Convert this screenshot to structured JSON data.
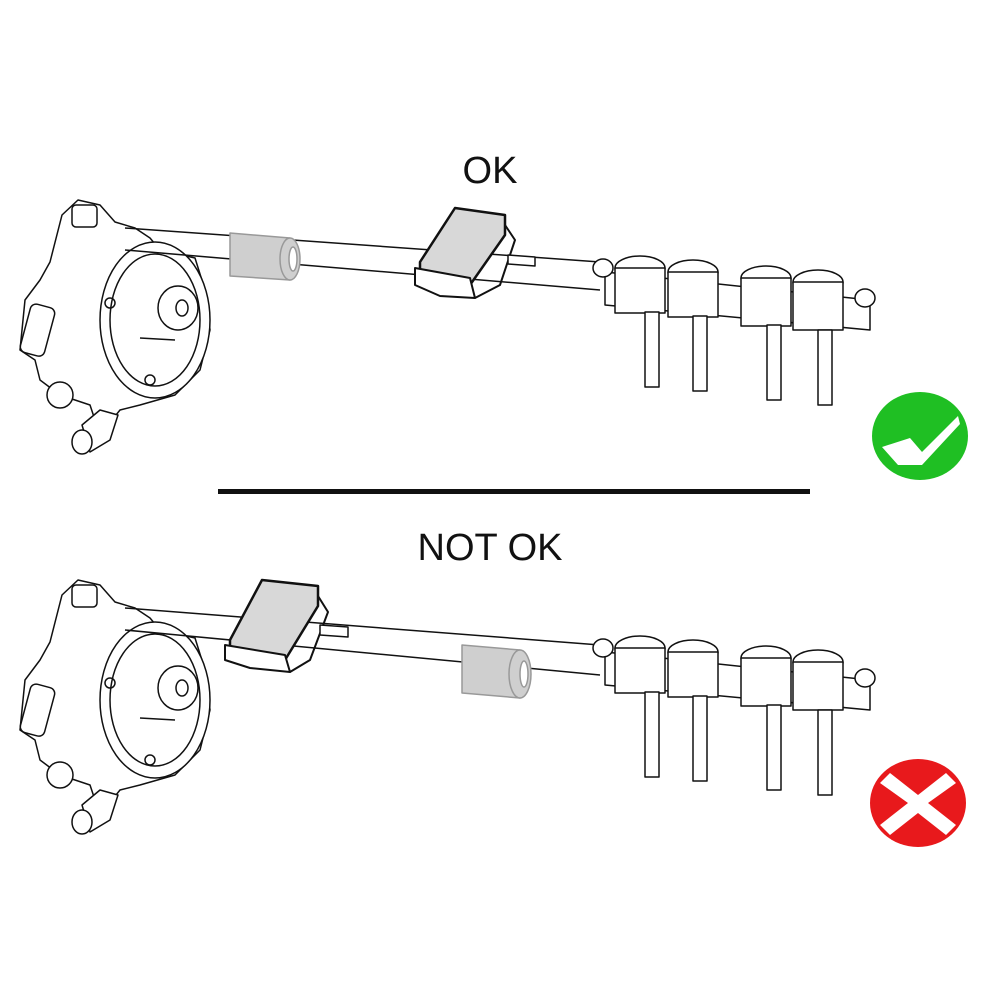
{
  "panels": [
    {
      "label": "OK",
      "status": "correct",
      "status_icon": "check-icon",
      "status_color": "#1fbf23",
      "layout": "filter-near-regulator, sensor-mid-pipe"
    },
    {
      "label": "NOT OK",
      "status": "incorrect",
      "status_icon": "cross-icon",
      "status_color": "#e8191c",
      "layout": "sensor-near-regulator, filter-mid-pipe"
    }
  ],
  "colors": {
    "line": "#111111",
    "filter_fill": "#cfcfcf",
    "sensor_fill": "#d8d8d8",
    "divider": "#111111"
  }
}
